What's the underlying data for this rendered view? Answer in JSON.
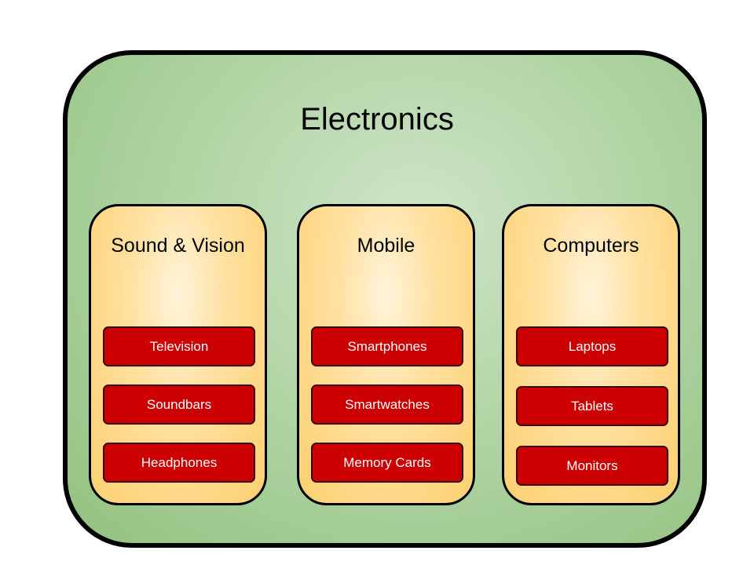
{
  "diagram": {
    "title": "Electronics",
    "groups": [
      {
        "title": "Sound & Vision",
        "items": [
          "Television",
          "Soundbars",
          "Headphones"
        ]
      },
      {
        "title": "Mobile",
        "items": [
          "Smartphones",
          "Smartwatches",
          "Memory Cards"
        ]
      },
      {
        "title": "Computers",
        "items": [
          "Laptops",
          "Tablets",
          "Monitors"
        ]
      }
    ]
  },
  "colors": {
    "root_fill": "#b2d5a6",
    "group_fill": "#ffe0a0",
    "item_fill": "#cc0000",
    "item_text": "#ffffff",
    "border": "#000000"
  }
}
